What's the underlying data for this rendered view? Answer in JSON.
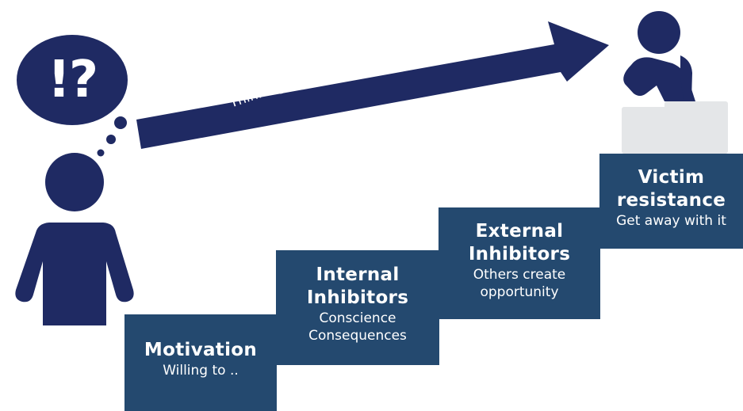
{
  "colors": {
    "step_fill": "#24496f",
    "arrow_fill": "#1f2a63",
    "figure_fill": "#1f2a63",
    "block_fill": "#e4e6e8"
  },
  "thought_bubble": {
    "text": "!?"
  },
  "arrow": {
    "label": "Thinking about sex with a child?"
  },
  "steps": [
    {
      "title": "Motivation",
      "desc": "Willing to .."
    },
    {
      "title": "Internal Inhibitors",
      "desc": "Conscience Consequences"
    },
    {
      "title": "External Inhibitors",
      "desc": "Others create opportunity"
    },
    {
      "title": "Victim resistance",
      "desc": "Get away with it"
    }
  ],
  "icons": [
    "person-icon",
    "thought-bubble-icon",
    "arrow-icon",
    "sitting-child-icon",
    "stair-block-icon"
  ]
}
